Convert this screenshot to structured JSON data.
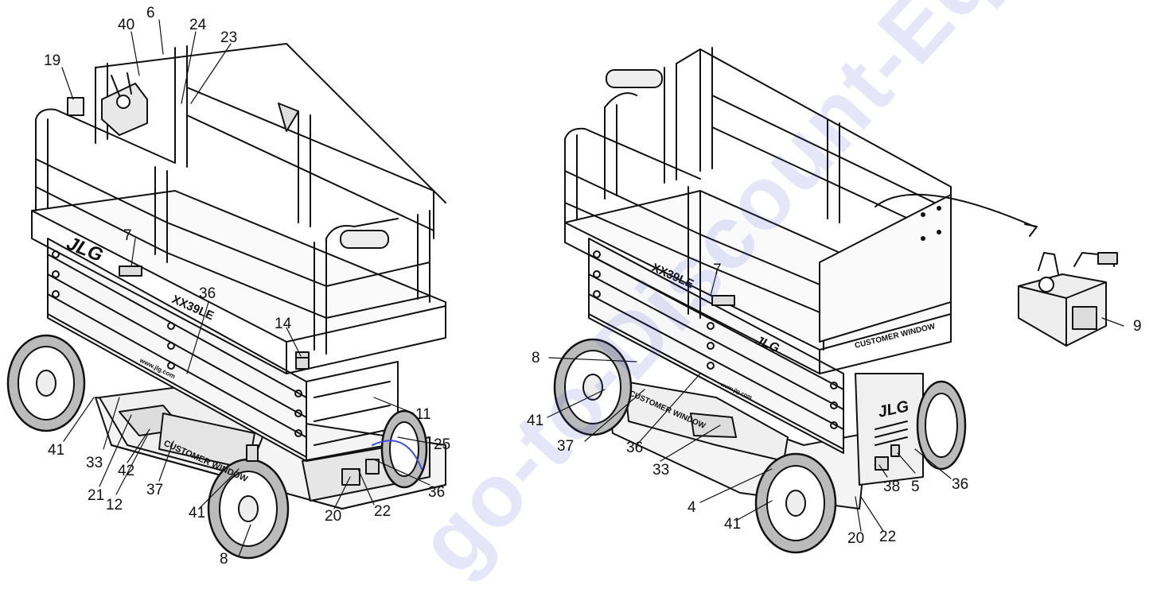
{
  "watermark": "go-to-Discount-Equipment.com",
  "left_view": {
    "callouts": [
      "40",
      "6",
      "24",
      "23",
      "19",
      "7",
      "36",
      "14",
      "11",
      "25",
      "36",
      "22",
      "20",
      "41",
      "8",
      "37",
      "12",
      "21",
      "42",
      "33",
      "41"
    ],
    "decals": [
      "JLG",
      "XX39LE",
      "CUSTOMER WINDOW",
      "www.jlg.com"
    ]
  },
  "right_view": {
    "callouts": [
      "7",
      "8",
      "41",
      "37",
      "36",
      "33",
      "4",
      "41",
      "38",
      "5",
      "36",
      "20",
      "22",
      "9"
    ],
    "decals": [
      "XX39LE",
      "CUSTOMER WINDOW",
      "CUSTOMER WINDOW",
      "JLG",
      "JLG",
      "www.jlg.com"
    ]
  },
  "colors": {
    "line": "#111111",
    "watermark": "#3d4fd6",
    "background": "#ffffff"
  }
}
